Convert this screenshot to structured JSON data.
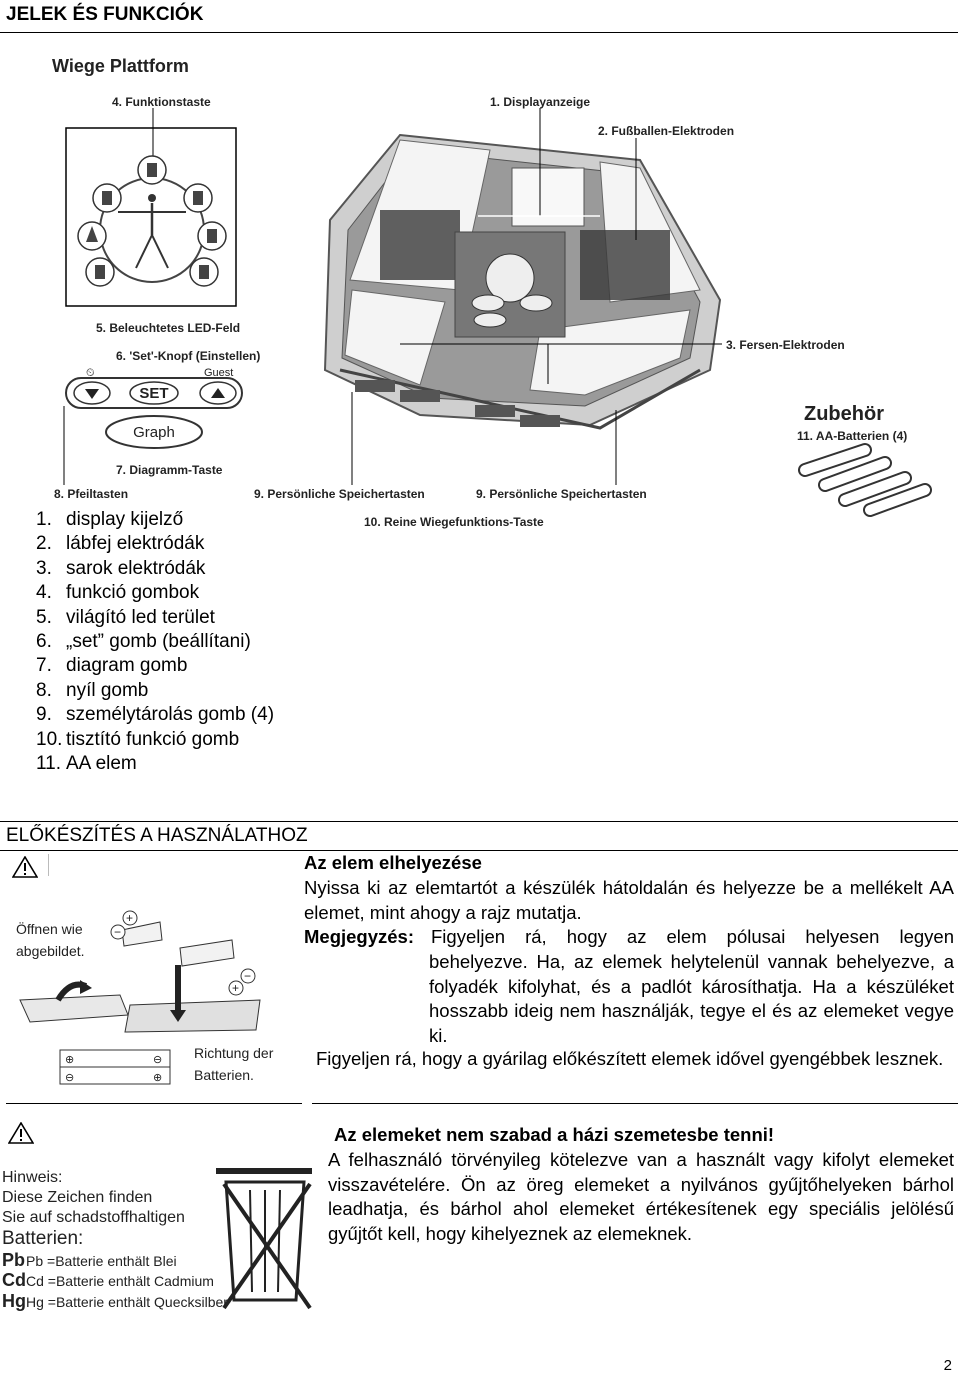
{
  "header": {
    "title": "JELEK ÉS FUNKCIÓK"
  },
  "figure": {
    "title": "Wiege Plattform",
    "labels": {
      "l1": "1. Displayanzeige",
      "l2": "2. Fußballen-Elektroden",
      "l3": "3. Fersen-Elektroden",
      "l4": "4. Funktionstaste",
      "l5": "5. Beleuchtetes LED-Feld",
      "l6": "6. 'Set'-Knopf (Einstellen)",
      "l7": "7. Diagramm-Taste",
      "l8": "8. Pfeiltasten",
      "l9a": "9. Persönliche Speichertasten",
      "l9b": "9. Persönliche Speichertasten",
      "l10": "10. Reine Wiegefunktions-Taste"
    },
    "keypad": {
      "set": "SET",
      "graph": "Graph",
      "guest": "Guest"
    },
    "accessory": {
      "title": "Zubehör",
      "item": "11. AA-Batterien (4)"
    }
  },
  "parts": [
    {
      "num": "1.",
      "text": "display kijelző"
    },
    {
      "num": "2.",
      "text": "lábfej elektródák"
    },
    {
      "num": "3.",
      "text": "sarok elektródák"
    },
    {
      "num": "4.",
      "text": "funkció gombok"
    },
    {
      "num": "5.",
      "text": "világító led terület"
    },
    {
      "num": "6.",
      "text": "„set” gomb (beállítani)"
    },
    {
      "num": "7.",
      "text": "diagram gomb"
    },
    {
      "num": "8.",
      "text": "nyíl gomb"
    },
    {
      "num": "9.",
      "text": "személytárolás gomb (4)"
    },
    {
      "num": "10.",
      "text": "tisztító funkció gomb"
    },
    {
      "num": "11.",
      "text": "AA elem"
    }
  ],
  "section": {
    "title": "ELŐKÉSZÍTÉS A HASZNÁLATHOZ"
  },
  "battery_fig": {
    "open": "Öffnen wie\nabgebildet.",
    "direction": "Richtung der\nBatterien."
  },
  "battery": {
    "heading": "Az elem elhelyezése",
    "p1": "Nyissa ki az elemtartót a készülék hátoldalán és helyezze be a mellékelt AA elemet, mint ahogy a rajz mutatja.",
    "note_label": "Megjegyzés:",
    "note_first": "Figyeljen rá, hogy az elem pólusai helyesen legyen",
    "note_rest": "behelyezve. Ha, az elemek helytelenül vannak behelyezve, a folyadék kifolyhat, és a padlót károsíthatja. Ha a készüléket hosszabb ideig nem használják, tegye el és az elemeket vegye ki.",
    "p2": "Figyeljen rá, hogy a gyárilag előkészített elemek idővel gyengébbek lesznek."
  },
  "disposal_fig": {
    "hint1": "Hinweis:",
    "hint2": "Diese Zeichen finden",
    "hint3": "Sie auf schadstoffhaltigen",
    "hint4": "Batterien:",
    "pb_sym": "Pb",
    "pb": "Pb =Batterie enthält Blei",
    "cd_sym": "Cd",
    "cd": "Cd =Batterie enthält Cadmium",
    "hg_sym": "Hg",
    "hg": "Hg =Batterie enthält Quecksilber"
  },
  "disposal": {
    "heading": "Az elemeket nem szabad a házi szemetesbe tenni!",
    "text": "A felhasználó törvényileg kötelezve van a használt vagy kifolyt elemeket visszavételére. Ön az öreg elemeket a nyilvános gyűjtőhelyeken bárhol leadhatja, és bárhol ahol elemeket értékesítenek egy speciális jelölésű gyűjtőt kell, hogy kihelyeznek az elemeknek."
  },
  "page_number": "2"
}
